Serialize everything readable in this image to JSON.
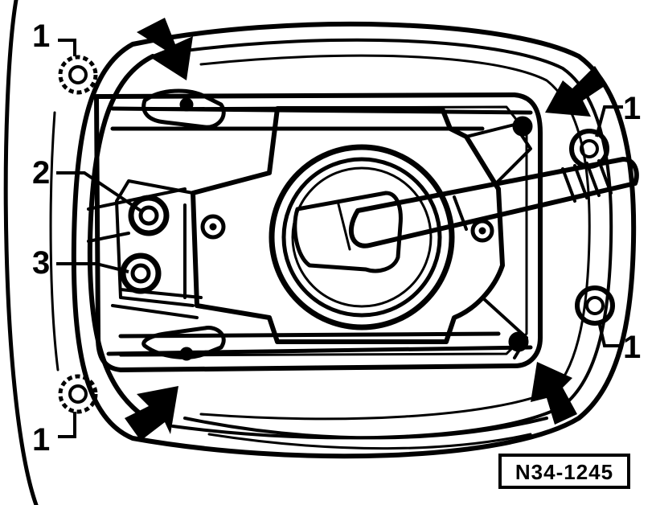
{
  "diagram": {
    "reference_code": "N34-1245",
    "callouts": [
      {
        "id": "c1-top-left",
        "label": "1"
      },
      {
        "id": "c2",
        "label": "2"
      },
      {
        "id": "c3",
        "label": "3"
      },
      {
        "id": "c1-bottom-left",
        "label": "1"
      },
      {
        "id": "c1-top-right",
        "label": "1"
      },
      {
        "id": "c1-bottom-right",
        "label": "1"
      }
    ],
    "colors": {
      "ink": "#000000",
      "paper": "#ffffff"
    }
  }
}
